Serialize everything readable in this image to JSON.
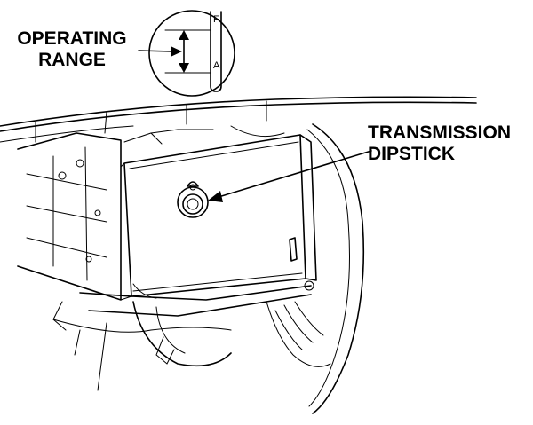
{
  "callouts": {
    "operating_range": {
      "line1": "OPERATING",
      "line2": "RANGE"
    },
    "dipstick": {
      "line1": "TRANSMISSION",
      "line2": "DIPSTICK"
    }
  },
  "gauge": {
    "full_mark": "F",
    "add_mark": "A"
  }
}
